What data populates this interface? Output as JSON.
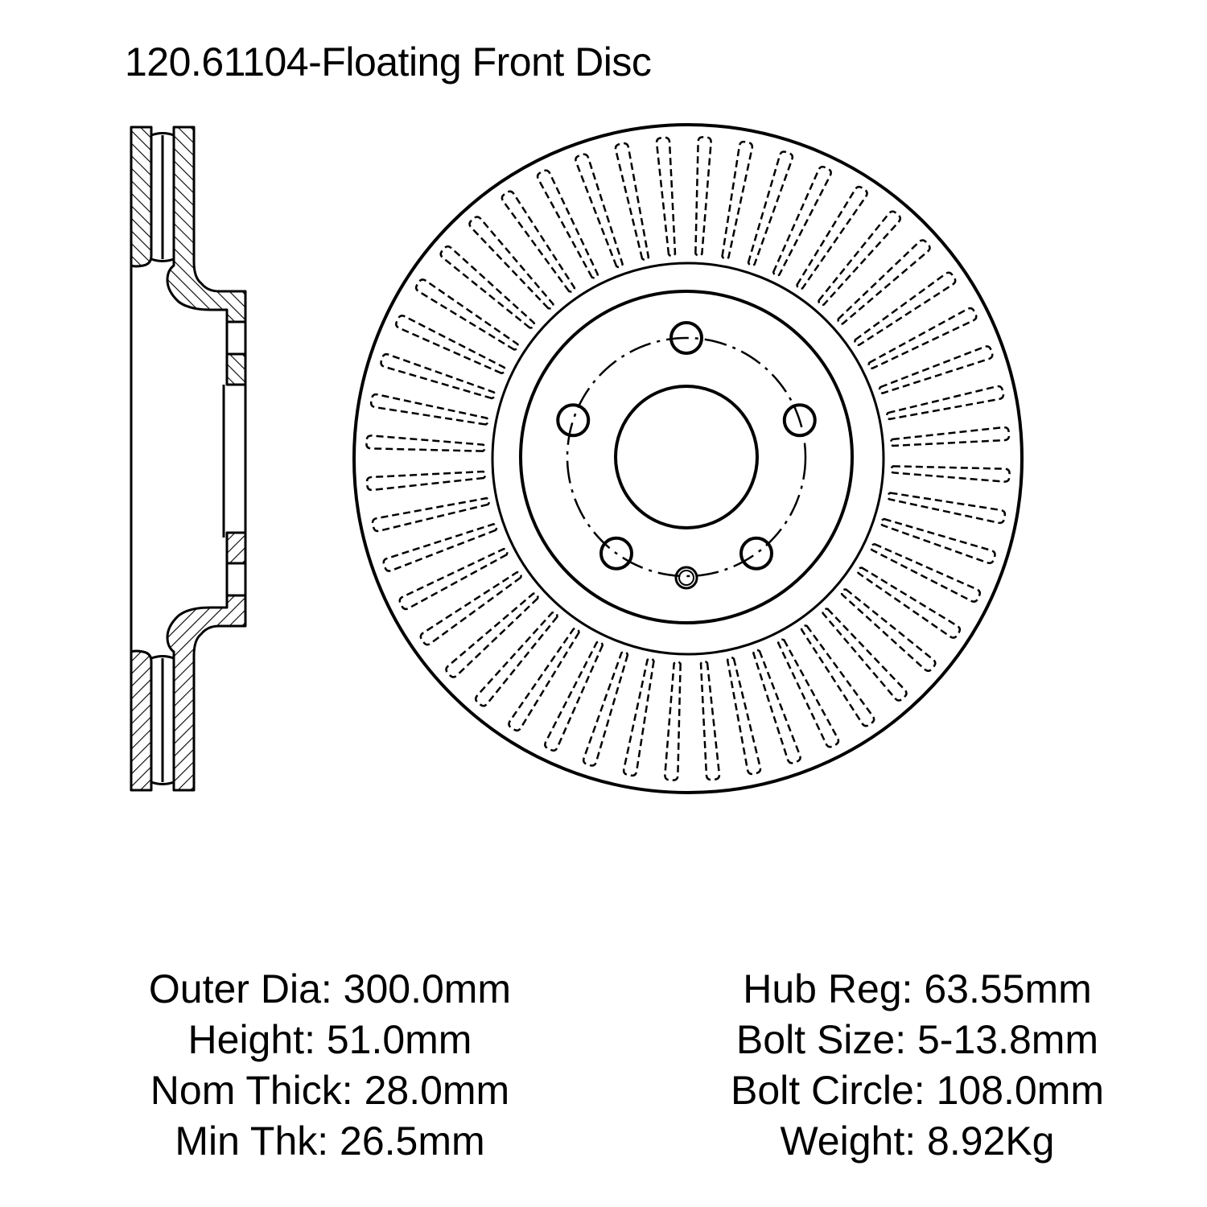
{
  "title": "120.61104-Floating Front Disc",
  "specs_left": [
    "Outer Dia: 300.0mm",
    "Height: 51.0mm",
    "Nom Thick: 28.0mm",
    "Min Thk: 26.5mm"
  ],
  "specs_right": [
    "Hub Reg: 63.55mm",
    "Bolt Size: 5-13.8mm",
    "Bolt Circle: 108.0mm",
    "Weight: 8.92Kg"
  ],
  "drawing": {
    "line_color": "#000000",
    "bolt_count": 5,
    "vane_count": 48
  }
}
